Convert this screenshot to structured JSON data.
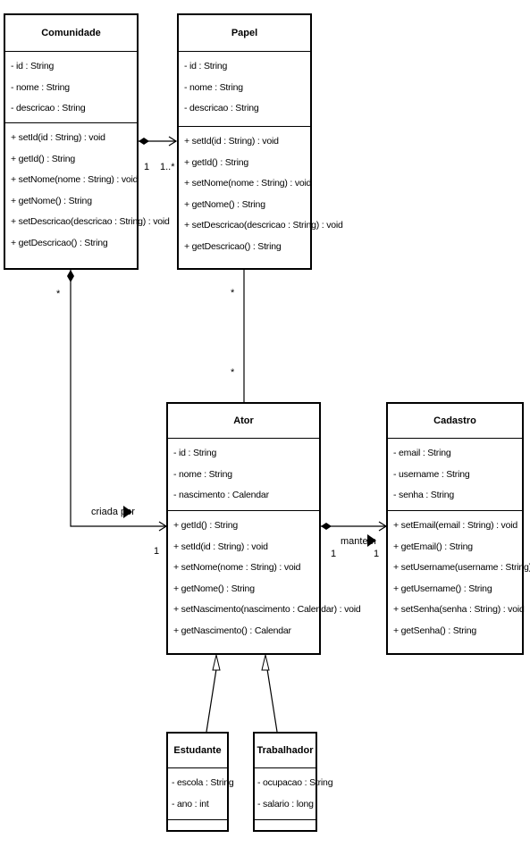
{
  "classes": {
    "comunidade": {
      "name": "Comunidade",
      "attributes": [
        "- id : String",
        "- nome : String",
        "- descricao : String"
      ],
      "operations": [
        "+ setId(id : String) : void",
        "+ getId() : String",
        "+ setNome(nome : String) : void",
        "+ getNome() : String",
        "+ setDescricao(descricao : String) : void",
        "+ getDescricao() : String"
      ]
    },
    "papel": {
      "name": "Papel",
      "attributes": [
        "- id : String",
        "- nome : String",
        "- descricao : String"
      ],
      "operations": [
        "+ setId(id : String) : void",
        "+ getId() : String",
        "+ setNome(nome : String) : void",
        "+ getNome() : String",
        "+ setDescricao(descricao : String) : void",
        "+ getDescricao() : String"
      ]
    },
    "ator": {
      "name": "Ator",
      "attributes": [
        "- id : String",
        "- nome : String",
        "- nascimento : Calendar"
      ],
      "operations": [
        "+ getId() : String",
        "+ setId(id : String) : void",
        "+ setNome(nome : String) : void",
        "+ getNome() : String",
        "+ setNascimento(nascimento : Calendar) : void",
        "+ getNascimento() : Calendar"
      ]
    },
    "cadastro": {
      "name": "Cadastro",
      "attributes": [
        "- email : String",
        "- username : String",
        "- senha : String"
      ],
      "operations": [
        "+ setEmail(email : String) : void",
        "+ getEmail() : String",
        "+ setUsername(username : String) : void",
        "+ getUsername() : String",
        "+ setSenha(senha : String) : void",
        "+ getSenha() : String"
      ]
    },
    "estudante": {
      "name": "Estudante",
      "attributes": [
        "- escola : String",
        "- ano : int"
      ]
    },
    "trabalhador": {
      "name": "Trabalhador",
      "attributes": [
        "- ocupacao : String",
        "- salario : long"
      ]
    }
  },
  "relations": {
    "comunidade_papel": {
      "source_mult": "1",
      "target_mult": "1..*"
    },
    "papel_ator": {
      "source_mult": "*",
      "target_mult": "*"
    },
    "comunidade_ator": {
      "source_mult": "*",
      "target_mult": "1",
      "name": "criada por"
    },
    "ator_cadastro": {
      "source_mult": "1",
      "target_mult": "1",
      "name": "mantem"
    }
  }
}
